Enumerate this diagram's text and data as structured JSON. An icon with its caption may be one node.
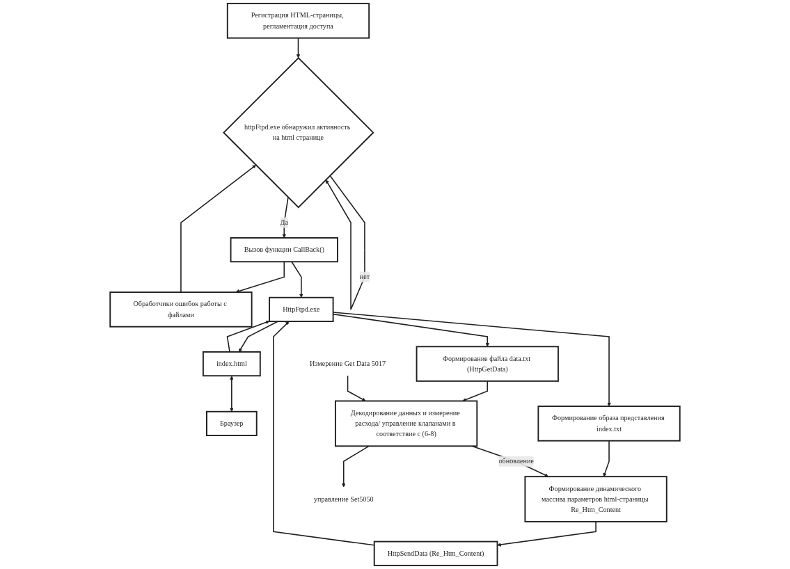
{
  "diagram": {
    "nodes": [
      {
        "text": [
          "Регистрация HTML-страницы, регламентация доступа"
        ]
      },
      {
        "text": [
          "httpFtpd.exe обнаружил активность на html странице"
        ]
      },
      {
        "text": [
          "Вызов функции CallBack()"
        ]
      },
      {
        "text": [
          "Обработчики ошибок работы с файлами"
        ]
      },
      {
        "text": [
          "Формирование файла data.txt (HttpGetData)"
        ]
      },
      {
        "text": [
          "HttpFtpd.exe"
        ]
      },
      {
        "text": [
          "index.html"
        ]
      },
      {
        "text": [
          "Браузер"
        ]
      },
      {
        "text": [
          "Декодирование данных и измерение расхода/ управление клапанами в соответствие с (6-8)"
        ]
      },
      {
        "text": [
          "Формирование образа представления index.txt"
        ]
      },
      {
        "text": [
          "HttpSendData (Re_Htm_Content)"
        ]
      },
      {
        "text": [
          "Формирование динамического массива параметров html-страницы Re_Htm_Content"
        ]
      },
      {
        "text": [
          "управление Set5050"
        ]
      },
      {
        "text": [
          "Измерение Get Data 5017"
        ]
      }
    ],
    "edges": [
      {
        "from": 0,
        "to": 1,
        "arrow": "to"
      },
      {
        "from": 1,
        "to": 1,
        "arrow": "to",
        "label": "нет"
      },
      {
        "from": 1,
        "to": 2,
        "arrow": "to",
        "label": "Да"
      },
      {
        "from": 2,
        "to": 3,
        "arrow": "to"
      },
      {
        "from": 3,
        "to": 1,
        "arrow": "to"
      },
      {
        "from": 2,
        "to": 5,
        "arrow": "to"
      },
      {
        "from": 5,
        "to": 4,
        "arrow": "to"
      },
      {
        "from": 5,
        "to": 9,
        "arrow": "to"
      },
      {
        "from": 6,
        "to": 5,
        "arrow": "to"
      },
      {
        "from": 5,
        "to": 6,
        "arrow": "to"
      },
      {
        "from": 6,
        "to": 7,
        "arrow": "both"
      },
      {
        "from": 4,
        "to": 8,
        "arrow": "to"
      },
      {
        "from": 10,
        "to": 5,
        "arrow": "to"
      },
      {
        "from": 11,
        "to": 10,
        "arrow": "to"
      },
      {
        "from": 9,
        "to": 11,
        "arrow": "to"
      },
      {
        "from": 8,
        "to": 11,
        "arrow": "to",
        "label": "обновление"
      },
      {
        "from": 8,
        "to": 12,
        "arrow": "to"
      },
      {
        "from": 13,
        "to": 8,
        "arrow": "to"
      }
    ]
  }
}
